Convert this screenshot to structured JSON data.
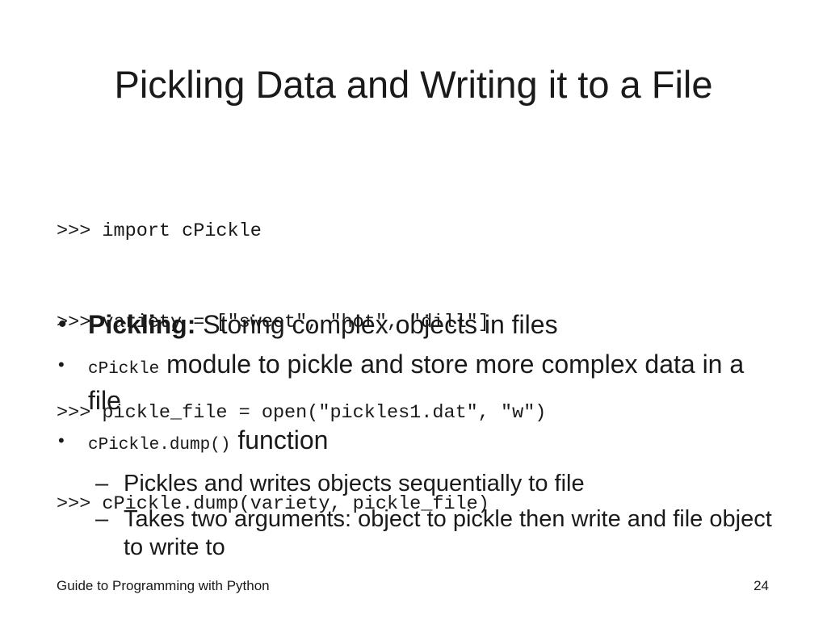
{
  "slide": {
    "title": "Pickling Data and Writing it to a File",
    "code_lines": [
      ">>> import cPickle",
      ">>> variety = [\"sweet\", \"hot\", \"dill\"]",
      ">>> pickle_file = open(\"pickles1.dat\", \"w\")",
      ">>> cPickle.dump(variety, pickle_file)"
    ],
    "bullets": [
      {
        "marker": "•",
        "term": "Pickling:",
        "text": " Storing complex objects in files"
      },
      {
        "marker": "•",
        "code": "cPickle",
        "text": " module to pickle and store more complex data in a file"
      },
      {
        "marker": "•",
        "code": "cPickle.dump()",
        "text": " function"
      }
    ],
    "sub_bullets": [
      {
        "marker": "–",
        "text": "Pickles and writes objects sequentially to file"
      },
      {
        "marker": "–",
        "text": "Takes two arguments: object to pickle then write and file object to write to"
      }
    ]
  },
  "footer": {
    "left": "Guide to Programming with Python",
    "page_number": "24"
  }
}
